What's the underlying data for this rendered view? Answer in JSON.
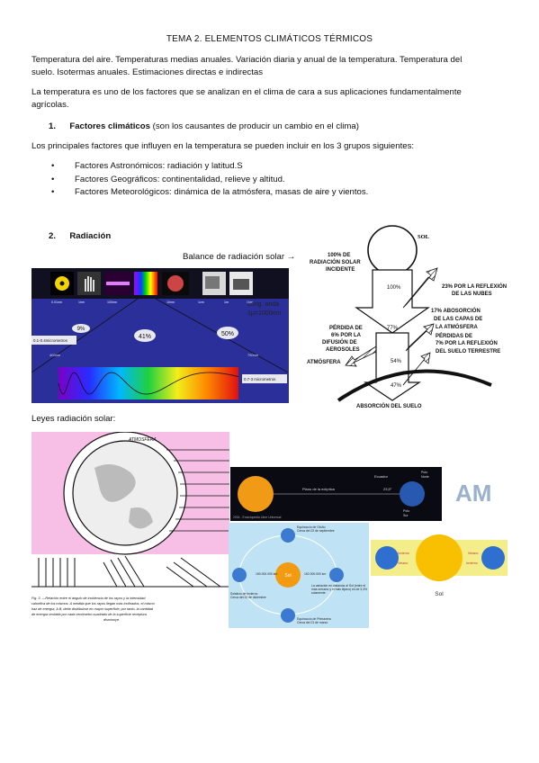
{
  "header": {
    "title": "TEMA 2. ELEMENTOS CLIMÁTICOS TÉRMICOS"
  },
  "intro": {
    "line1": "Temperatura del aire. Temperaturas medias anuales. Variación diaria y anual de la temperatura. Temperatura del",
    "line2": "suelo. Isotermas anuales. Estimaciones directas e indirectas"
  },
  "para": {
    "line1": "La temperatura es uno de los factores que se analizan en el clima de cara a sus aplicaciones fundamentalmente",
    "line2": "agrícolas."
  },
  "section1": {
    "number": "1.",
    "title": "Factores climáticos",
    "rest": " (son los causantes de producir un cambio en el clima)"
  },
  "groups_intro": "Los principales factores que influyen en la temperatura se pueden incluir en los 3 grupos siguientes:",
  "bullets": [
    "Factores Astronómicos: radiación y latitud.S",
    "Factores Geográficos: continentalidad, relieve y altitud.",
    "Factores Meteorológicos: dinámica de la atmósfera, masas de aire y vientos."
  ],
  "section2": {
    "number": "2.",
    "title": "Radiación"
  },
  "balance_caption": "Balance de radiación solar →",
  "leyes_caption": "Leyes radiación solar:",
  "spectrum_figure": {
    "onda_label_1": "Long. onda",
    "onda_label_2": "1µ=1000nm",
    "pct_left": "9%",
    "pct_mid": "41%",
    "pct_right": "50%",
    "range_left": "0.1-0.4micrometros",
    "range_right": "0.7-3 micrometros",
    "wl_left": "400nm",
    "wl_right": "750nm"
  },
  "balance_figure": {
    "sol": "SOL",
    "incident_1": "100% DE",
    "incident_2": "RADIACIÓN SOLAR",
    "incident_3": "INCIDENTE",
    "pct_100": "100%",
    "nubes_1": "23% POR LA REFLEXIÓN",
    "nubes_2": "DE LAS NUBES",
    "pct_77": "77%",
    "perdida_1": "PÉRDIDA DE",
    "perdida_2": "6% POR LA",
    "perdida_3": "DIFUSIÓN DE",
    "perdida_4": "AEROSOLES",
    "atmosfera": "ATMÓSFERA",
    "absorcion_1": "17% ABOSORCIÓN",
    "absorcion_2": "DE LAS CAPAS DE",
    "absorcion_3": "LA ATMÓSFERA",
    "suelo_1": "PÉRDIDAS DE",
    "suelo_2": "7% POR LA REFLEXIÓN",
    "suelo_3": "DEL SUELO TERRESTRE",
    "pct_54": "54%",
    "pct_47": "47%",
    "absorcion_suelo": "ABSORCIÓN DEL SUELO"
  },
  "earth_figure": {
    "atmosfera": "ATMOSFERA",
    "fig_caption_1": "Fig. 3. —Relación entre el ángulo de incidencia de los rayos y la intensidad",
    "fig_caption_2": "calorífica de los mismos. A medida que los rayos llegan más inclinados, el mismo",
    "fig_caption_3": "haz de energía, A B, debe distribuirse en mayor superficie; por tanto, la cantidad",
    "fig_caption_4": "de energía recibida por cada centímetro cuadrado de la superficie receptora",
    "fig_caption_5": "disminuye."
  },
  "orbit_figure": {
    "plano": "Plano de la eclíptica",
    "ecuador": "Ecuador",
    "polo_norte_1": "Polo",
    "polo_norte_2": "Norte",
    "polo_sur_1": "Polo",
    "polo_sur_2": "Sur",
    "angle": "23,5°",
    "credit": "2004 - Enciclopedia Libre Universal",
    "equinoccio_otono_1": "Equinoccio de Otoño",
    "equinoccio_otono_2": "Cerca del 22 de septiembre",
    "equinoccio_prim_1": "Equinoccio de Primavera",
    "equinoccio_prim_2": "Cerca del 21 de marzo",
    "solsticio_inv_1": "Solsticio de Invierno",
    "solsticio_inv_2": "Cerca del 22 de diciembre",
    "sol": "Sol",
    "dist_left": "150.000.000 km",
    "dist_right": "152.000.000 km",
    "note": "La variación en distancia al Sol (entre el más cercano y el más lejano) es de 3,3% solamente",
    "logo": "AM"
  },
  "seasons_figure": {
    "invierno_l": "Invierno",
    "verano_l": "Verano",
    "verano_r": "Verano",
    "invierno_r": "Invierno",
    "sol": "Sol"
  },
  "colors": {
    "blue_panel": "#2b2f9a",
    "navy": "#1b1e6e",
    "sun": "#f2a51a"
  }
}
